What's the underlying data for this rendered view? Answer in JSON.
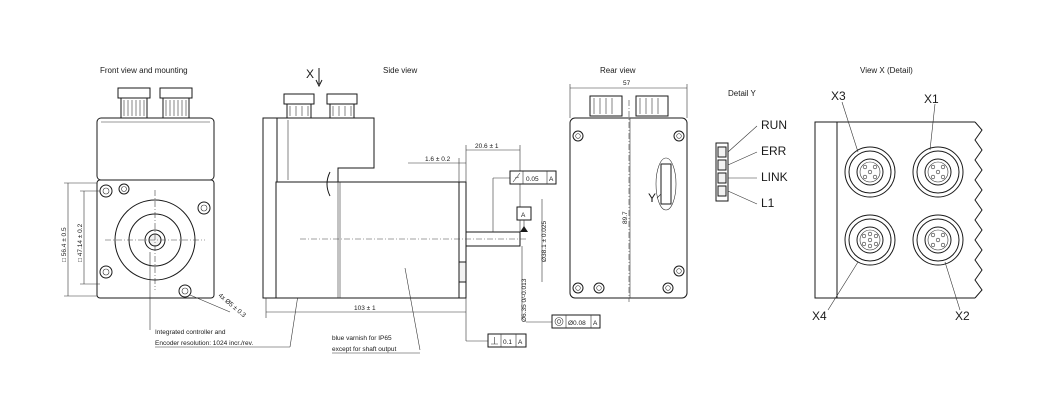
{
  "views": {
    "front_title": "Front view and mounting",
    "side_title": "Side view",
    "rear_title": "Rear view",
    "detail_y_title": "Detail Y",
    "view_x_title": "View X   (Detail)"
  },
  "front": {
    "dim_outer": "□ 56.4 ± 0.5",
    "dim_inner": "□ 47.14 ± 0.2",
    "holes": "4x Ø5 ± 0.3",
    "note_line1": "Integrated controller and",
    "note_line2": "Encoder resolution: 1024 incr./rev."
  },
  "side": {
    "view_arrow": "X",
    "dim_flange": "1.6 ± 0.2",
    "dim_shaft_len": "20.6 ± 1",
    "runout": "0.05",
    "runout_ref": "A",
    "datum": "A",
    "dim_pilot": "Ø38.1 ± 0.025",
    "dim_shaft": "Ø6.35 0/-0.013",
    "concentricity": "Ø0.08",
    "concentricity_ref": "A",
    "perpendicularity": "0.1",
    "perpendicularity_ref": "A",
    "dim_length": "103 ± 1",
    "varnish_line1": "blue varnish for IP65",
    "varnish_line2": "except for shaft output"
  },
  "rear": {
    "dim_width": "57",
    "dim_height": "89.7",
    "marker": "Y"
  },
  "detail_y": {
    "leds": [
      "RUN",
      "ERR",
      "LINK",
      "L1"
    ]
  },
  "view_x": {
    "connectors": [
      "X3",
      "X1",
      "X4",
      "X2"
    ]
  }
}
